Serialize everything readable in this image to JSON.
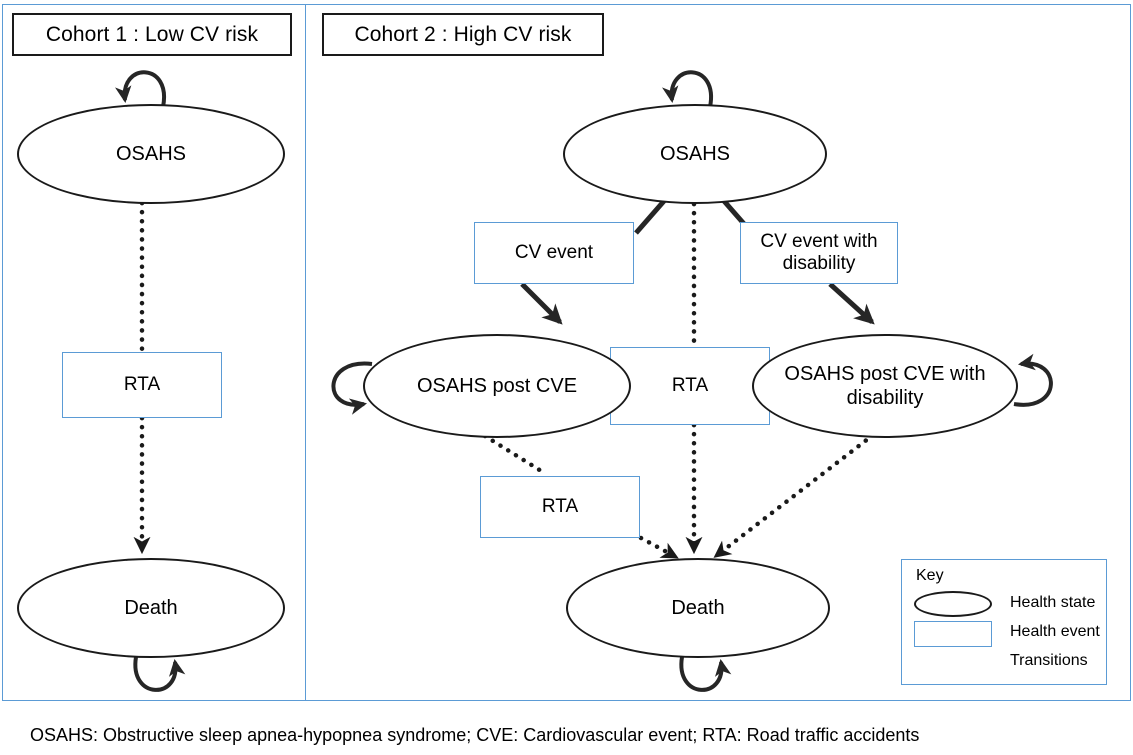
{
  "figure": {
    "caption": "OSAHS: Obstructive sleep apnea-hypopnea syndrome; CVE: Cardiovascular event; RTA: Road traffic accidents"
  },
  "cohort1": {
    "header": "Cohort 1 : Low CV risk",
    "states": [
      {
        "id": "osahs",
        "label": "OSAHS"
      },
      {
        "id": "death",
        "label": "Death"
      }
    ],
    "events": [
      {
        "id": "rta",
        "label": "RTA"
      }
    ]
  },
  "cohort2": {
    "header": "Cohort 2 : High CV risk",
    "states": [
      {
        "id": "osahs",
        "label": "OSAHS"
      },
      {
        "id": "osahs_post_cve",
        "label": "OSAHS post CVE"
      },
      {
        "id": "osahs_post_cve_disability",
        "label": "OSAHS post CVE with disability"
      },
      {
        "id": "death",
        "label": "Death"
      }
    ],
    "events": [
      {
        "id": "cv_event",
        "label": "CV event"
      },
      {
        "id": "cv_event_disability",
        "label": "CV event with disability"
      },
      {
        "id": "rta_mid",
        "label": "RTA"
      },
      {
        "id": "rta_low",
        "label": "RTA"
      }
    ]
  },
  "key": {
    "title": "Key",
    "items": [
      {
        "glyph": "ellipse",
        "label": "Health state"
      },
      {
        "glyph": "rectangle",
        "label": "Health event"
      },
      {
        "glyph": "arrow",
        "label": "Transitions"
      }
    ]
  },
  "colors": {
    "panel_border": "#5B9BD5",
    "event_border": "#5B9BD5",
    "state_border": "#1a1a1a",
    "arrow": "#262626",
    "background": "#ffffff"
  }
}
